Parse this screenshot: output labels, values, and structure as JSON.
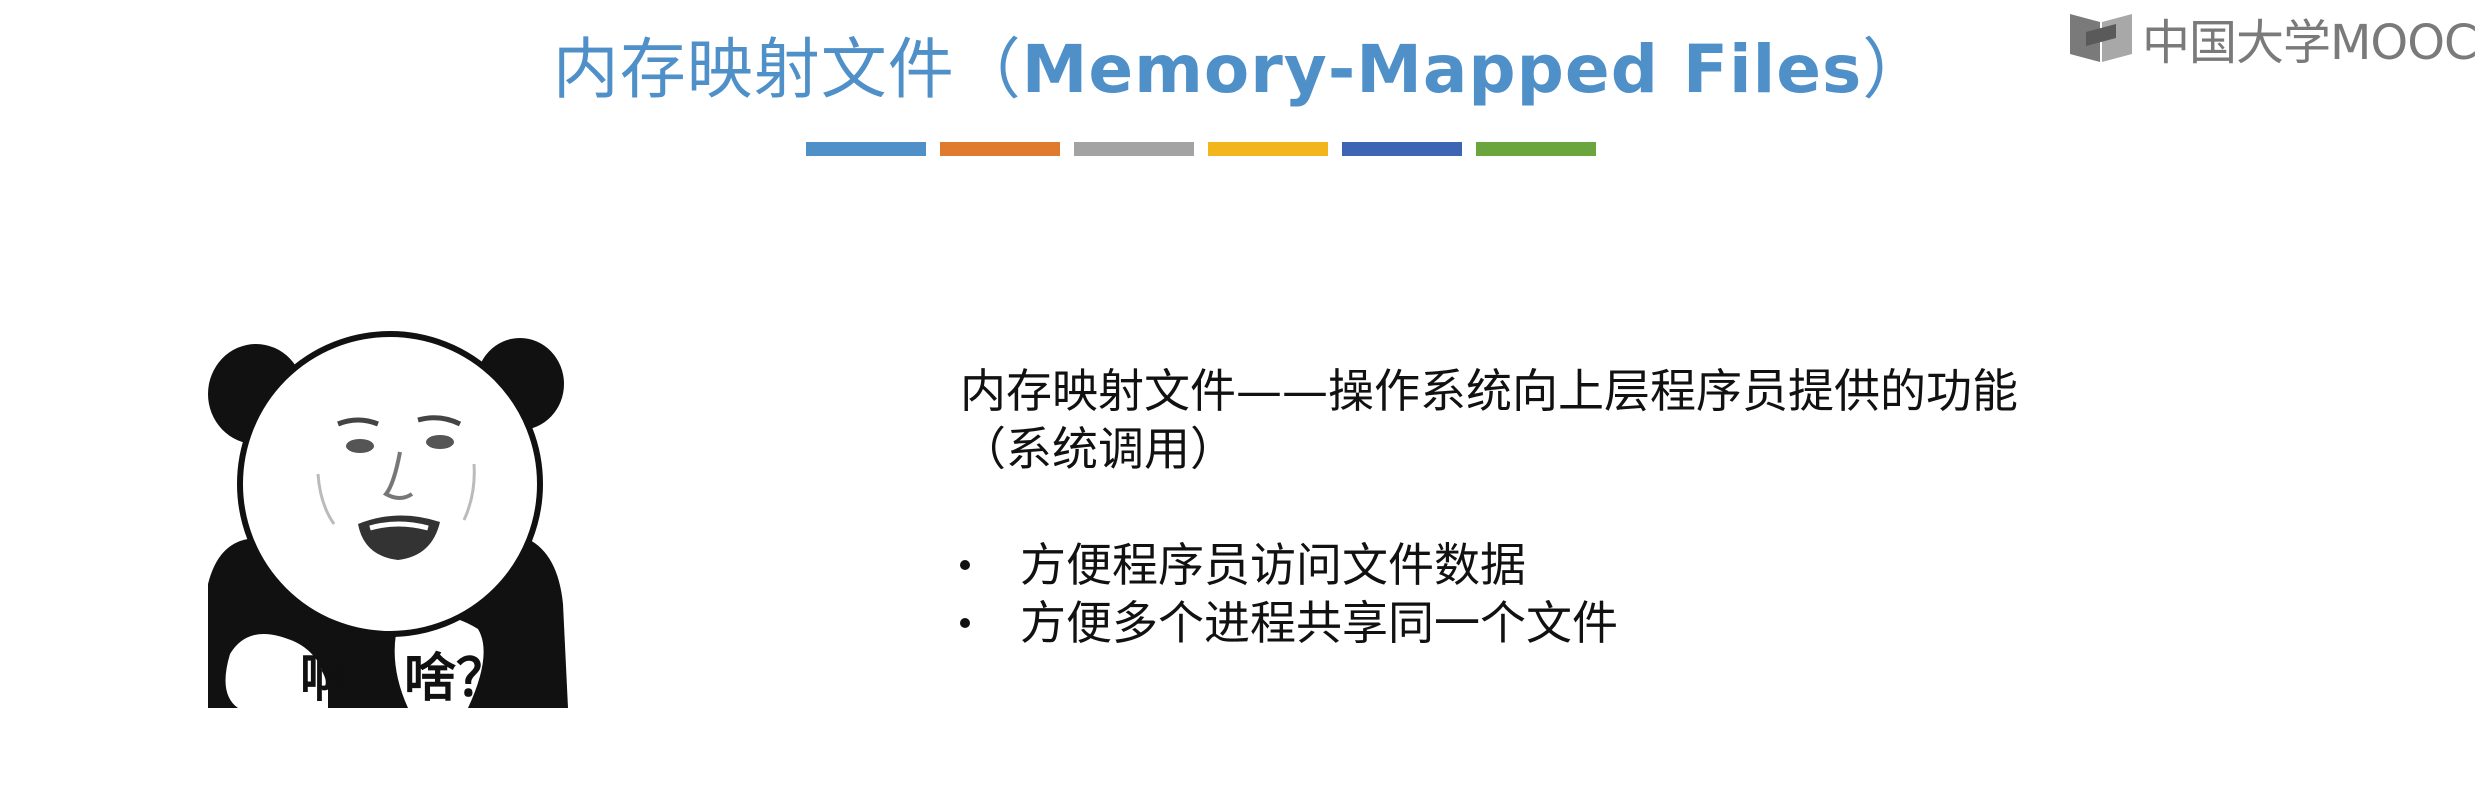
{
  "slide": {
    "title_zh": "内存映射文件（",
    "title_en": "Memory-Mapped Files",
    "title_close": "）",
    "color_bars": [
      "#4f90c8",
      "#e07a2f",
      "#a3a3a3",
      "#f2b51b",
      "#3e65b4",
      "#6aa63d"
    ]
  },
  "logo": {
    "text": "中国大学MOOC",
    "icon": "mooc-book-icon"
  },
  "meme": {
    "icon": "panda-meme-image",
    "caption": "啊？啥？"
  },
  "content": {
    "definition": "内存映射文件——操作系统向上层程序员提供的功能（系统调用）",
    "bullets": [
      "方便程序员访问文件数据",
      "方便多个进程共享同一个文件"
    ]
  }
}
